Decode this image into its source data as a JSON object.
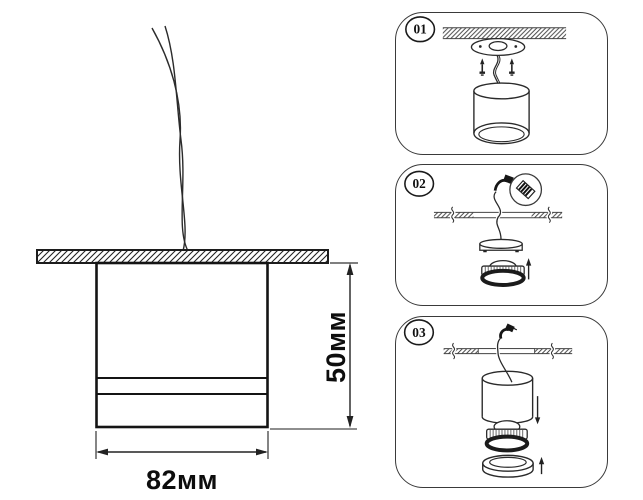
{
  "drawing": {
    "width_label": "82мм",
    "height_label": "50мм"
  },
  "steps": [
    {
      "number": "01"
    },
    {
      "number": "02"
    },
    {
      "number": "03"
    }
  ],
  "colors": {
    "line": "#1f1f1f",
    "panel_border": "#3a3a3a",
    "background": "#ffffff"
  }
}
